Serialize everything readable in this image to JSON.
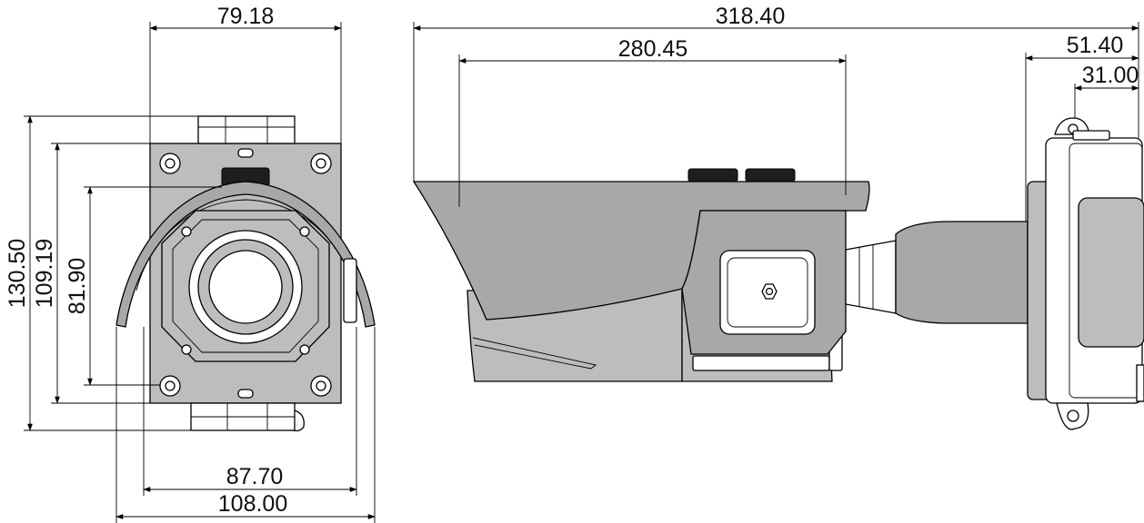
{
  "dimensions": {
    "front_top_width": "79.18",
    "total_height": "130.50",
    "mid_height": "109.19",
    "lens_height": "81.90",
    "front_inner_width": "87.70",
    "front_outer_width": "108.00",
    "side_total_length": "318.40",
    "side_hood_length": "280.45",
    "side_bracket_depth": "51.40",
    "side_mount_depth": "31.00"
  },
  "colors": {
    "body_fill": "#a8a8a8",
    "line": "#000000",
    "background": "#ffffff"
  }
}
